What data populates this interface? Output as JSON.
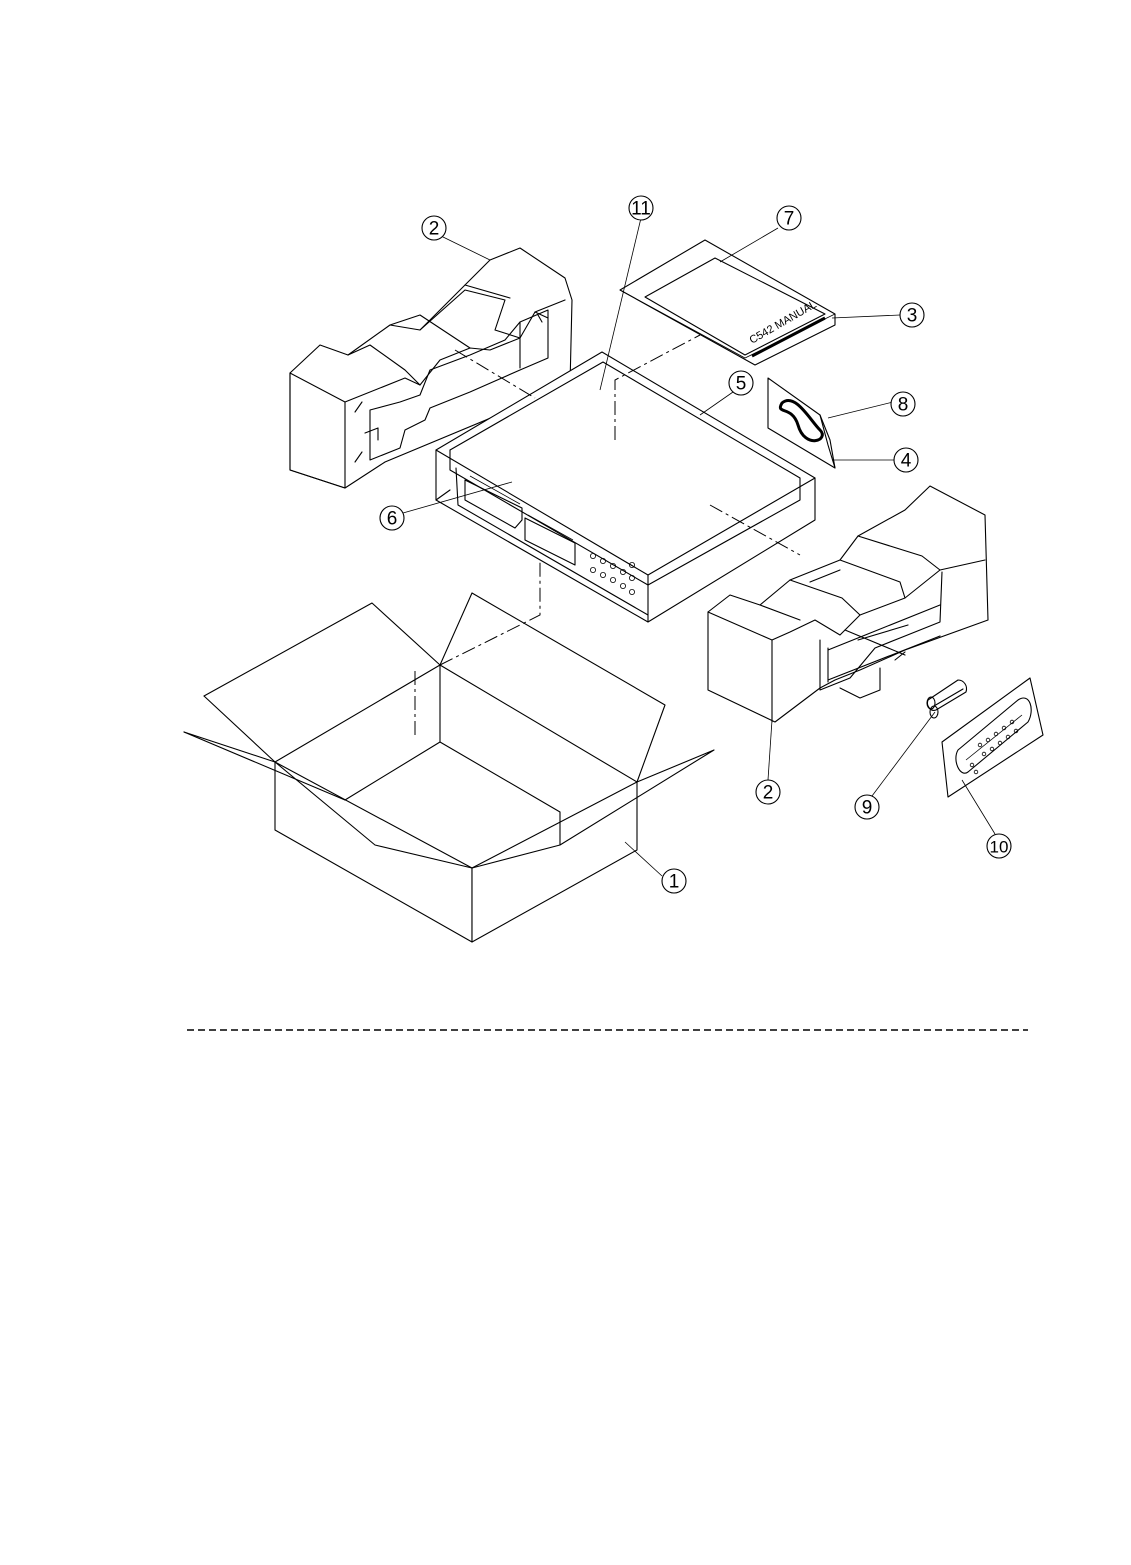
{
  "drawing": {
    "manual_cover_text": "C542 MANUAL"
  },
  "callouts": [
    {
      "id": "c11",
      "label": "11"
    },
    {
      "id": "c7",
      "label": "7"
    },
    {
      "id": "c2a",
      "label": "2"
    },
    {
      "id": "c3",
      "label": "3"
    },
    {
      "id": "c5",
      "label": "5"
    },
    {
      "id": "c8",
      "label": "8"
    },
    {
      "id": "c4",
      "label": "4"
    },
    {
      "id": "c6",
      "label": "6"
    },
    {
      "id": "c2b",
      "label": "2"
    },
    {
      "id": "c9",
      "label": "9"
    },
    {
      "id": "c10",
      "label": "10"
    },
    {
      "id": "c1",
      "label": "1"
    }
  ]
}
